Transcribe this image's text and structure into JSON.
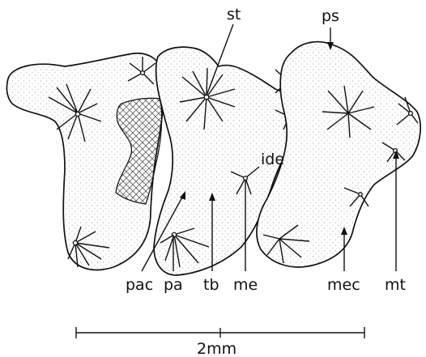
{
  "figure": {
    "labels": {
      "st": "st",
      "ps": "ps",
      "ide": "ide",
      "pac": "pac",
      "pa": "pa",
      "tb": "tb",
      "me": "me",
      "mec": "mec",
      "mt": "mt"
    },
    "scale_bar": {
      "label": "2mm"
    },
    "colors": {
      "ink": "#111111",
      "paper": "#ffffff"
    }
  }
}
